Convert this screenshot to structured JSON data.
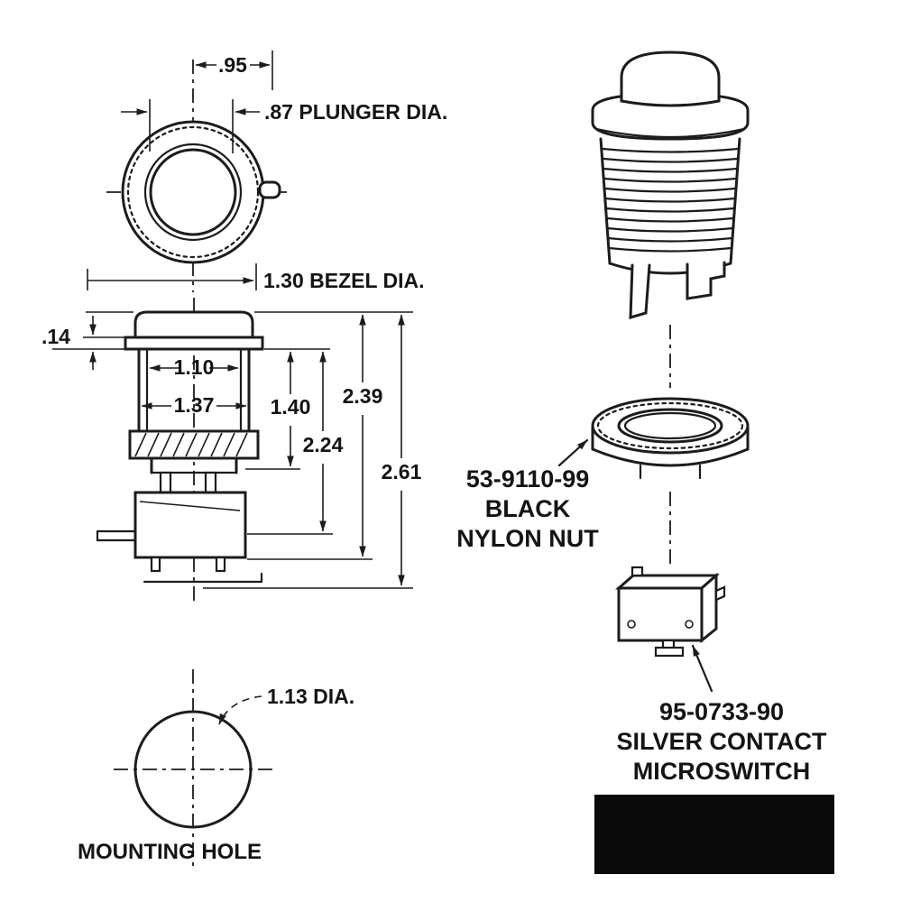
{
  "page": {
    "line_color": "#1c1c1c",
    "swatch_color": "#0a0a0a"
  },
  "top_view": {
    "dim_width": ".95",
    "plunger_dia": ".87 PLUNGER DIA.",
    "bezel_dia": "1.30 BEZEL DIA."
  },
  "side_view": {
    "dim_lip": ".14",
    "dim_inner_width": "1.10",
    "dim_body_width": "1.37",
    "dim_thread_depth": "1.40",
    "dim_224": "2.24",
    "dim_239": "2.39",
    "dim_261": "2.61"
  },
  "mounting": {
    "dia": "1.13 DIA.",
    "label": "MOUNTING HOLE"
  },
  "nut_label": {
    "line1": "53-9110-99",
    "line2": "BLACK",
    "line3": "NYLON NUT"
  },
  "switch_label": {
    "line1": "95-0733-90",
    "line2": "SILVER CONTACT",
    "line3": "MICROSWITCH"
  }
}
